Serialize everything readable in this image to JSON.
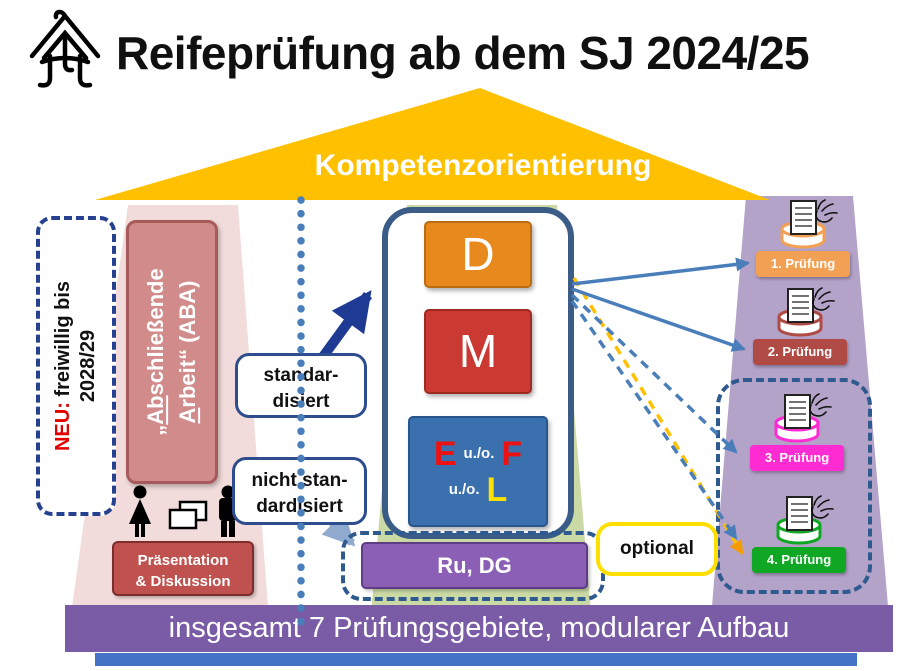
{
  "header": {
    "title": "Reifeprüfung ab dem SJ 2024/25"
  },
  "roof": {
    "label": "Kompetenzorientierung",
    "color": "#FFC000"
  },
  "left": {
    "neu": {
      "highlight": "NEU:",
      "rest": " freiwillig bis",
      "line2": "2028/29"
    },
    "aba": {
      "quote": "„",
      "u1": "Ab",
      "r1": "schließende",
      "u2": "A",
      "r2": "rbeit“ (ABA)"
    },
    "presentation": {
      "line1": "Präsentation",
      "line2": "& Diskussion"
    }
  },
  "middle": {
    "standardized": {
      "line1": "standar-",
      "line2": "disiert"
    },
    "non_standardized": {
      "line1": "nicht stan-",
      "line2": "dardisiert"
    },
    "subjects": {
      "d": {
        "label": "D",
        "color": "#E8891D"
      },
      "m": {
        "label": "M",
        "color": "#CB3A32"
      },
      "efl": {
        "e": "E",
        "uo1": "u./o.",
        "f": "F",
        "uo2": "u./o.",
        "l": "L",
        "color": "#3A70AD"
      }
    },
    "ru_dg": "Ru, DG",
    "optional": "optional"
  },
  "right": {
    "exams": [
      {
        "label": "1. Prüfung",
        "color": "#F2A054"
      },
      {
        "label": "2. Prüfung",
        "color": "#B04A44"
      },
      {
        "label": "3. Prüfung",
        "color": "#FF2BD3"
      },
      {
        "label": "4. Prüfung",
        "color": "#10A724"
      }
    ]
  },
  "footer": {
    "banner": "insgesamt 7 Prüfungsgebiete, modularer Aufbau"
  }
}
